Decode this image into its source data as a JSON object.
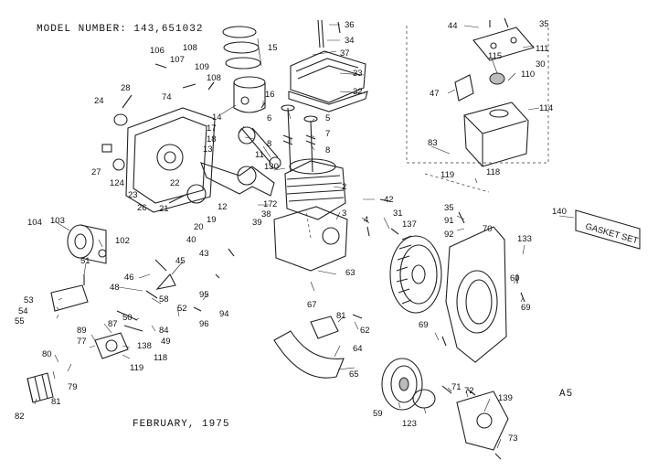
{
  "header": {
    "model_number": "MODEL NUMBER: 143,651032"
  },
  "footer": {
    "date": "FEBRUARY, 1975"
  },
  "page_code": "A5",
  "gasket_label": "GASKET SET",
  "callouts": [
    {
      "id": "c36",
      "text": "36"
    },
    {
      "id": "c34",
      "text": "34"
    },
    {
      "id": "c37",
      "text": "37"
    },
    {
      "id": "c33",
      "text": "33"
    },
    {
      "id": "c32",
      "text": "32"
    },
    {
      "id": "c15",
      "text": "15"
    },
    {
      "id": "c106",
      "text": "106"
    },
    {
      "id": "c108a",
      "text": "108"
    },
    {
      "id": "c107",
      "text": "107"
    },
    {
      "id": "c109",
      "text": "109"
    },
    {
      "id": "c108b",
      "text": "108"
    },
    {
      "id": "c74",
      "text": "74"
    },
    {
      "id": "c28",
      "text": "28"
    },
    {
      "id": "c24",
      "text": "24"
    },
    {
      "id": "c14",
      "text": "14"
    },
    {
      "id": "c16",
      "text": "16"
    },
    {
      "id": "c17a",
      "text": "17"
    },
    {
      "id": "c18",
      "text": "18"
    },
    {
      "id": "c13",
      "text": "13"
    },
    {
      "id": "c11",
      "text": "11"
    },
    {
      "id": "c130",
      "text": "130"
    },
    {
      "id": "c6",
      "text": "6"
    },
    {
      "id": "c5",
      "text": "5"
    },
    {
      "id": "c7",
      "text": "7"
    },
    {
      "id": "c8a",
      "text": "8"
    },
    {
      "id": "c8b",
      "text": "8"
    },
    {
      "id": "c44",
      "text": "44"
    },
    {
      "id": "c35a",
      "text": "35"
    },
    {
      "id": "c111",
      "text": "111"
    },
    {
      "id": "c115",
      "text": "115"
    },
    {
      "id": "c30",
      "text": "30"
    },
    {
      "id": "c110",
      "text": "110"
    },
    {
      "id": "c47",
      "text": "47"
    },
    {
      "id": "c114",
      "text": "114"
    },
    {
      "id": "c83",
      "text": "83"
    },
    {
      "id": "c119a",
      "text": "119"
    },
    {
      "id": "c118a",
      "text": "118"
    },
    {
      "id": "c27",
      "text": "27"
    },
    {
      "id": "c124",
      "text": "124"
    },
    {
      "id": "c23",
      "text": "23"
    },
    {
      "id": "c26",
      "text": "26"
    },
    {
      "id": "c22",
      "text": "22"
    },
    {
      "id": "c21",
      "text": "21"
    },
    {
      "id": "c17b",
      "text": "17"
    },
    {
      "id": "c2a",
      "text": "2"
    },
    {
      "id": "c2b",
      "text": "2"
    },
    {
      "id": "c38",
      "text": "38"
    },
    {
      "id": "c12",
      "text": "12"
    },
    {
      "id": "c19",
      "text": "19"
    },
    {
      "id": "c39",
      "text": "39"
    },
    {
      "id": "c20",
      "text": "20"
    },
    {
      "id": "c40",
      "text": "40"
    },
    {
      "id": "c43",
      "text": "43"
    },
    {
      "id": "c42",
      "text": "42"
    },
    {
      "id": "c3",
      "text": "3"
    },
    {
      "id": "c4",
      "text": "4"
    },
    {
      "id": "c31",
      "text": "31"
    },
    {
      "id": "c137",
      "text": "137"
    },
    {
      "id": "c35b",
      "text": "35"
    },
    {
      "id": "c91",
      "text": "91"
    },
    {
      "id": "c92",
      "text": "92"
    },
    {
      "id": "c70",
      "text": "70"
    },
    {
      "id": "c140",
      "text": "140"
    },
    {
      "id": "c133",
      "text": "133"
    },
    {
      "id": "c104",
      "text": "104"
    },
    {
      "id": "c103",
      "text": "103"
    },
    {
      "id": "c102",
      "text": "102"
    },
    {
      "id": "c51",
      "text": "51"
    },
    {
      "id": "c45",
      "text": "45"
    },
    {
      "id": "c46",
      "text": "46"
    },
    {
      "id": "c48",
      "text": "48"
    },
    {
      "id": "c58",
      "text": "58"
    },
    {
      "id": "c95",
      "text": "95"
    },
    {
      "id": "c52",
      "text": "52"
    },
    {
      "id": "c94",
      "text": "94"
    },
    {
      "id": "c96",
      "text": "96"
    },
    {
      "id": "c53",
      "text": "53"
    },
    {
      "id": "c54",
      "text": "54"
    },
    {
      "id": "c55",
      "text": "55"
    },
    {
      "id": "c50",
      "text": "50"
    },
    {
      "id": "c87",
      "text": "87"
    },
    {
      "id": "c84",
      "text": "84"
    },
    {
      "id": "c49",
      "text": "49"
    },
    {
      "id": "c89",
      "text": "89"
    },
    {
      "id": "c77",
      "text": "77"
    },
    {
      "id": "c138",
      "text": "138"
    },
    {
      "id": "c118b",
      "text": "118"
    },
    {
      "id": "c119b",
      "text": "119"
    },
    {
      "id": "c80",
      "text": "80"
    },
    {
      "id": "c79",
      "text": "79"
    },
    {
      "id": "c81a",
      "text": "81"
    },
    {
      "id": "c82",
      "text": "82"
    },
    {
      "id": "c63",
      "text": "63"
    },
    {
      "id": "c67",
      "text": "67"
    },
    {
      "id": "c81b",
      "text": "81"
    },
    {
      "id": "c62",
      "text": "62"
    },
    {
      "id": "c64",
      "text": "64"
    },
    {
      "id": "c65",
      "text": "65"
    },
    {
      "id": "c69a",
      "text": "69"
    },
    {
      "id": "c60",
      "text": "60"
    },
    {
      "id": "c69b",
      "text": "69"
    },
    {
      "id": "c59",
      "text": "59"
    },
    {
      "id": "c123",
      "text": "123"
    },
    {
      "id": "c71",
      "text": "71"
    },
    {
      "id": "c72",
      "text": "72"
    },
    {
      "id": "c139",
      "text": "139"
    },
    {
      "id": "c73",
      "text": "73"
    }
  ]
}
